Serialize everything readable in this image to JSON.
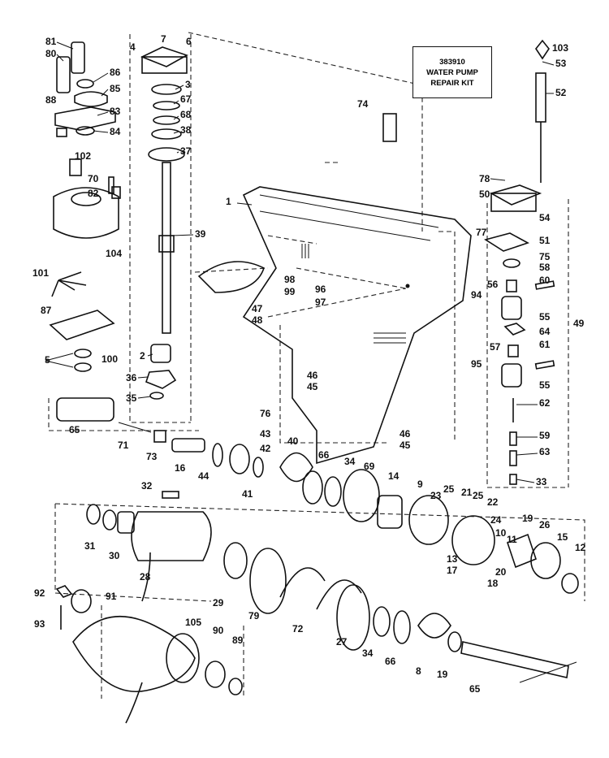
{
  "kit": {
    "part_number": "383910",
    "line1": "WATER PUMP",
    "line2": "REPAIR KIT"
  },
  "callouts": [
    {
      "id": "c81",
      "text": "81"
    },
    {
      "id": "c80",
      "text": "80"
    },
    {
      "id": "c86",
      "text": "86"
    },
    {
      "id": "c85",
      "text": "85"
    },
    {
      "id": "c88",
      "text": "88"
    },
    {
      "id": "c83",
      "text": "83"
    },
    {
      "id": "c84",
      "text": "84"
    },
    {
      "id": "c102",
      "text": "102"
    },
    {
      "id": "c70",
      "text": "70"
    },
    {
      "id": "c82",
      "text": "82"
    },
    {
      "id": "c104",
      "text": "104"
    },
    {
      "id": "c101",
      "text": "101"
    },
    {
      "id": "c87",
      "text": "87"
    },
    {
      "id": "c100",
      "text": "100"
    },
    {
      "id": "c5",
      "text": "5"
    },
    {
      "id": "c7",
      "text": "7"
    },
    {
      "id": "c6",
      "text": "6"
    },
    {
      "id": "c4",
      "text": "4"
    },
    {
      "id": "c3",
      "text": "3"
    },
    {
      "id": "c67",
      "text": "67"
    },
    {
      "id": "c68",
      "text": "68"
    },
    {
      "id": "c38",
      "text": "38"
    },
    {
      "id": "c37",
      "text": "37"
    },
    {
      "id": "c39",
      "text": "39"
    },
    {
      "id": "c2",
      "text": "2"
    },
    {
      "id": "c36",
      "text": "36"
    },
    {
      "id": "c35",
      "text": "35"
    },
    {
      "id": "c74",
      "text": "74"
    },
    {
      "id": "c1",
      "text": "1"
    },
    {
      "id": "c47",
      "text": "47"
    },
    {
      "id": "c48",
      "text": "48"
    },
    {
      "id": "c98",
      "text": "98"
    },
    {
      "id": "c99",
      "text": "99"
    },
    {
      "id": "c96",
      "text": "96"
    },
    {
      "id": "c97",
      "text": "97"
    },
    {
      "id": "c94",
      "text": "94"
    },
    {
      "id": "c95",
      "text": "95"
    },
    {
      "id": "c46a",
      "text": "46"
    },
    {
      "id": "c45a",
      "text": "45"
    },
    {
      "id": "c103",
      "text": "103"
    },
    {
      "id": "c53",
      "text": "53"
    },
    {
      "id": "c52",
      "text": "52"
    },
    {
      "id": "c78",
      "text": "78"
    },
    {
      "id": "c50",
      "text": "50"
    },
    {
      "id": "c54",
      "text": "54"
    },
    {
      "id": "c77",
      "text": "77"
    },
    {
      "id": "c51",
      "text": "51"
    },
    {
      "id": "c75",
      "text": "75"
    },
    {
      "id": "c58",
      "text": "58"
    },
    {
      "id": "c60",
      "text": "60"
    },
    {
      "id": "c56",
      "text": "56"
    },
    {
      "id": "c55a",
      "text": "55"
    },
    {
      "id": "c49",
      "text": "49"
    },
    {
      "id": "c64",
      "text": "64"
    },
    {
      "id": "c61",
      "text": "61"
    },
    {
      "id": "c57",
      "text": "57"
    },
    {
      "id": "c55b",
      "text": "55"
    },
    {
      "id": "c62",
      "text": "62"
    },
    {
      "id": "c59",
      "text": "59"
    },
    {
      "id": "c63",
      "text": "63"
    },
    {
      "id": "c33",
      "text": "33"
    },
    {
      "id": "c65a",
      "text": "65"
    },
    {
      "id": "c71",
      "text": "71"
    },
    {
      "id": "c73",
      "text": "73"
    },
    {
      "id": "c16",
      "text": "16"
    },
    {
      "id": "c76",
      "text": "76"
    },
    {
      "id": "c43",
      "text": "43"
    },
    {
      "id": "c42",
      "text": "42"
    },
    {
      "id": "c44",
      "text": "44"
    },
    {
      "id": "c41",
      "text": "41"
    },
    {
      "id": "c40",
      "text": "40"
    },
    {
      "id": "c66a",
      "text": "66"
    },
    {
      "id": "c34a",
      "text": "34"
    },
    {
      "id": "c69",
      "text": "69"
    },
    {
      "id": "c14",
      "text": "14"
    },
    {
      "id": "c9",
      "text": "9"
    },
    {
      "id": "c46b",
      "text": "46"
    },
    {
      "id": "c45b",
      "text": "45"
    },
    {
      "id": "c23",
      "text": "23"
    },
    {
      "id": "c25a",
      "text": "25"
    },
    {
      "id": "c21",
      "text": "21"
    },
    {
      "id": "c25b",
      "text": "25"
    },
    {
      "id": "c22",
      "text": "22"
    },
    {
      "id": "c24",
      "text": "24"
    },
    {
      "id": "c19a",
      "text": "19"
    },
    {
      "id": "c26",
      "text": "26"
    },
    {
      "id": "c15",
      "text": "15"
    },
    {
      "id": "c12",
      "text": "12"
    },
    {
      "id": "c10",
      "text": "10"
    },
    {
      "id": "c11",
      "text": "11"
    },
    {
      "id": "c13",
      "text": "13"
    },
    {
      "id": "c17",
      "text": "17"
    },
    {
      "id": "c20",
      "text": "20"
    },
    {
      "id": "c18",
      "text": "18"
    },
    {
      "id": "c32",
      "text": "32"
    },
    {
      "id": "c31",
      "text": "31"
    },
    {
      "id": "c30",
      "text": "30"
    },
    {
      "id": "c28",
      "text": "28"
    },
    {
      "id": "c29",
      "text": "29"
    },
    {
      "id": "c79",
      "text": "79"
    },
    {
      "id": "c72",
      "text": "72"
    },
    {
      "id": "c27",
      "text": "27"
    },
    {
      "id": "c34b",
      "text": "34"
    },
    {
      "id": "c66b",
      "text": "66"
    },
    {
      "id": "c8",
      "text": "8"
    },
    {
      "id": "c19b",
      "text": "19"
    },
    {
      "id": "c65b",
      "text": "65"
    },
    {
      "id": "c92",
      "text": "92"
    },
    {
      "id": "c91",
      "text": "91"
    },
    {
      "id": "c93",
      "text": "93"
    },
    {
      "id": "c105",
      "text": "105"
    },
    {
      "id": "c90",
      "text": "90"
    },
    {
      "id": "c89",
      "text": "89"
    }
  ]
}
